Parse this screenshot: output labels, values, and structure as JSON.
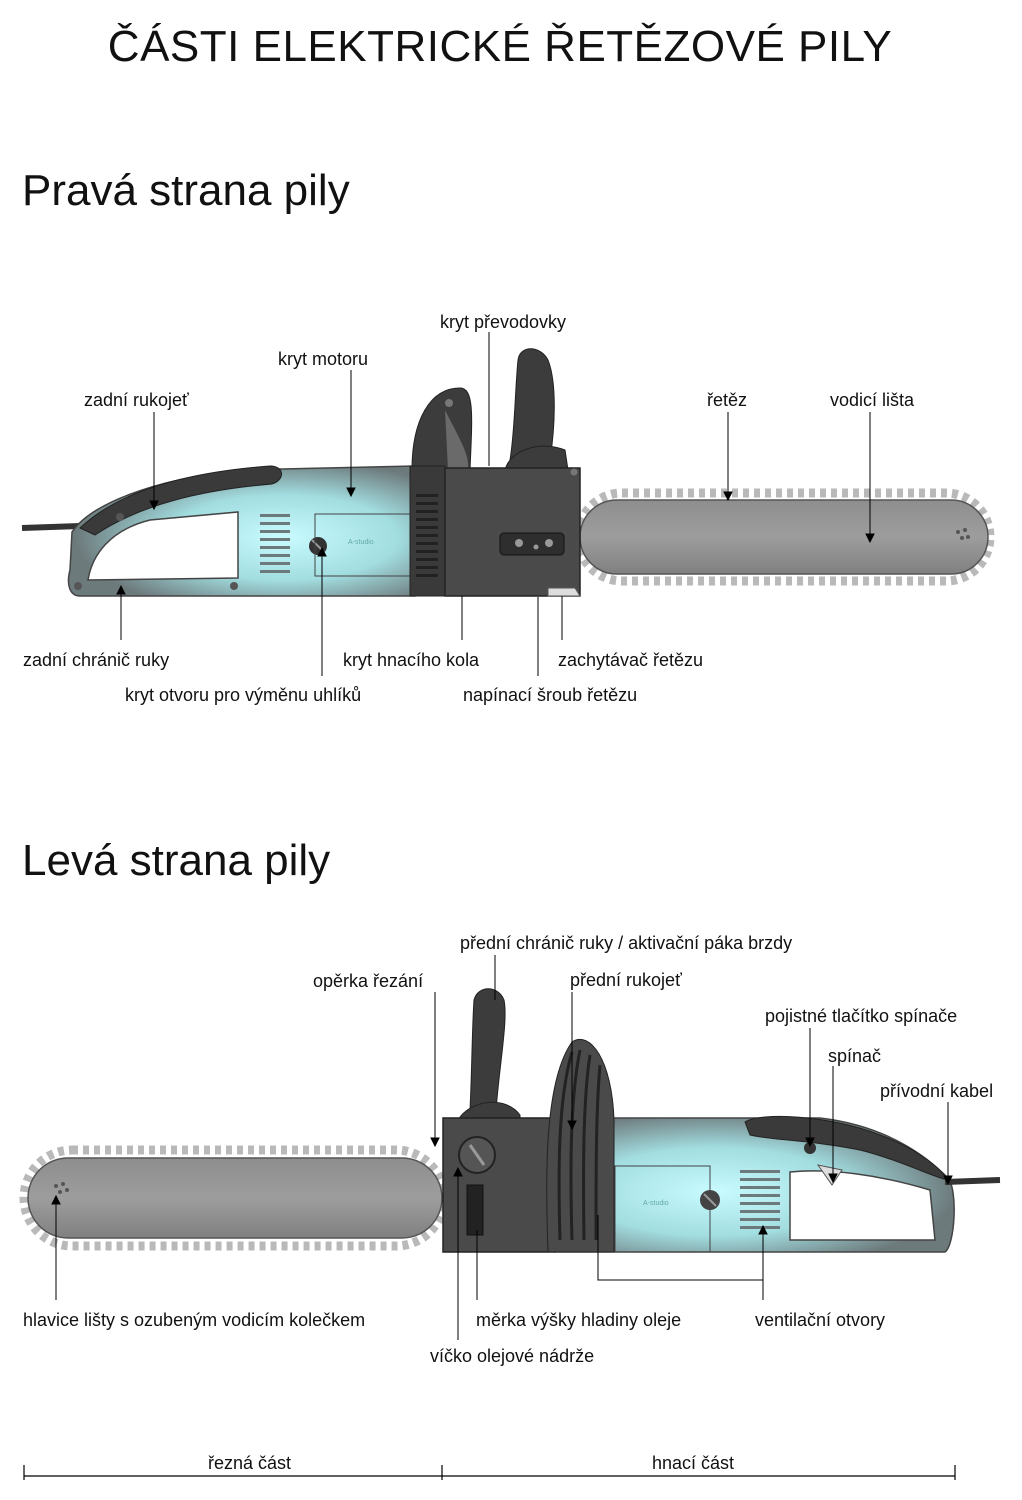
{
  "title": "ČÁSTI ELEKTRICKÉ ŘETĚZOVÉ PILY",
  "right_side": {
    "heading": "Pravá strana pily",
    "watermark": "A-studio",
    "labels": {
      "kryt_prevodovky": "kryt převodovky",
      "kryt_motoru": "kryt motoru",
      "zadni_rukojet": "zadní rukojeť",
      "retez": "řetěz",
      "vodici_lista": "vodicí lišta",
      "zadni_chranic": "zadní chránič ruky",
      "kryt_hnaciho_kola": "kryt hnacího kola",
      "zachytavac": "zachytávač řetězu",
      "kryt_otvoru": "kryt otvoru pro výměnu uhlíků",
      "napinaci_sroub": "napínací šroub řetězu"
    }
  },
  "left_side": {
    "heading": "Levá strana pily",
    "watermark": "A-studio",
    "labels": {
      "predni_chranic": "přední chránič ruky / aktivační páka brzdy",
      "operka": "opěrka řezání",
      "predni_rukojet": "přední rukojeť",
      "pojistne_tlacitko": "pojistné tlačítko spínače",
      "spinac": "spínač",
      "privodni_kabel": "přívodní kabel",
      "hlavice": "hlavice lišty s ozubeným vodicím kolečkem",
      "merka": "měrka výšky hladiny oleje",
      "ventilacni": "ventilační otvory",
      "vicko": "víčko olejové nádrže"
    }
  },
  "scale": {
    "cutting": "řezná část",
    "drive": "hnací část"
  }
}
